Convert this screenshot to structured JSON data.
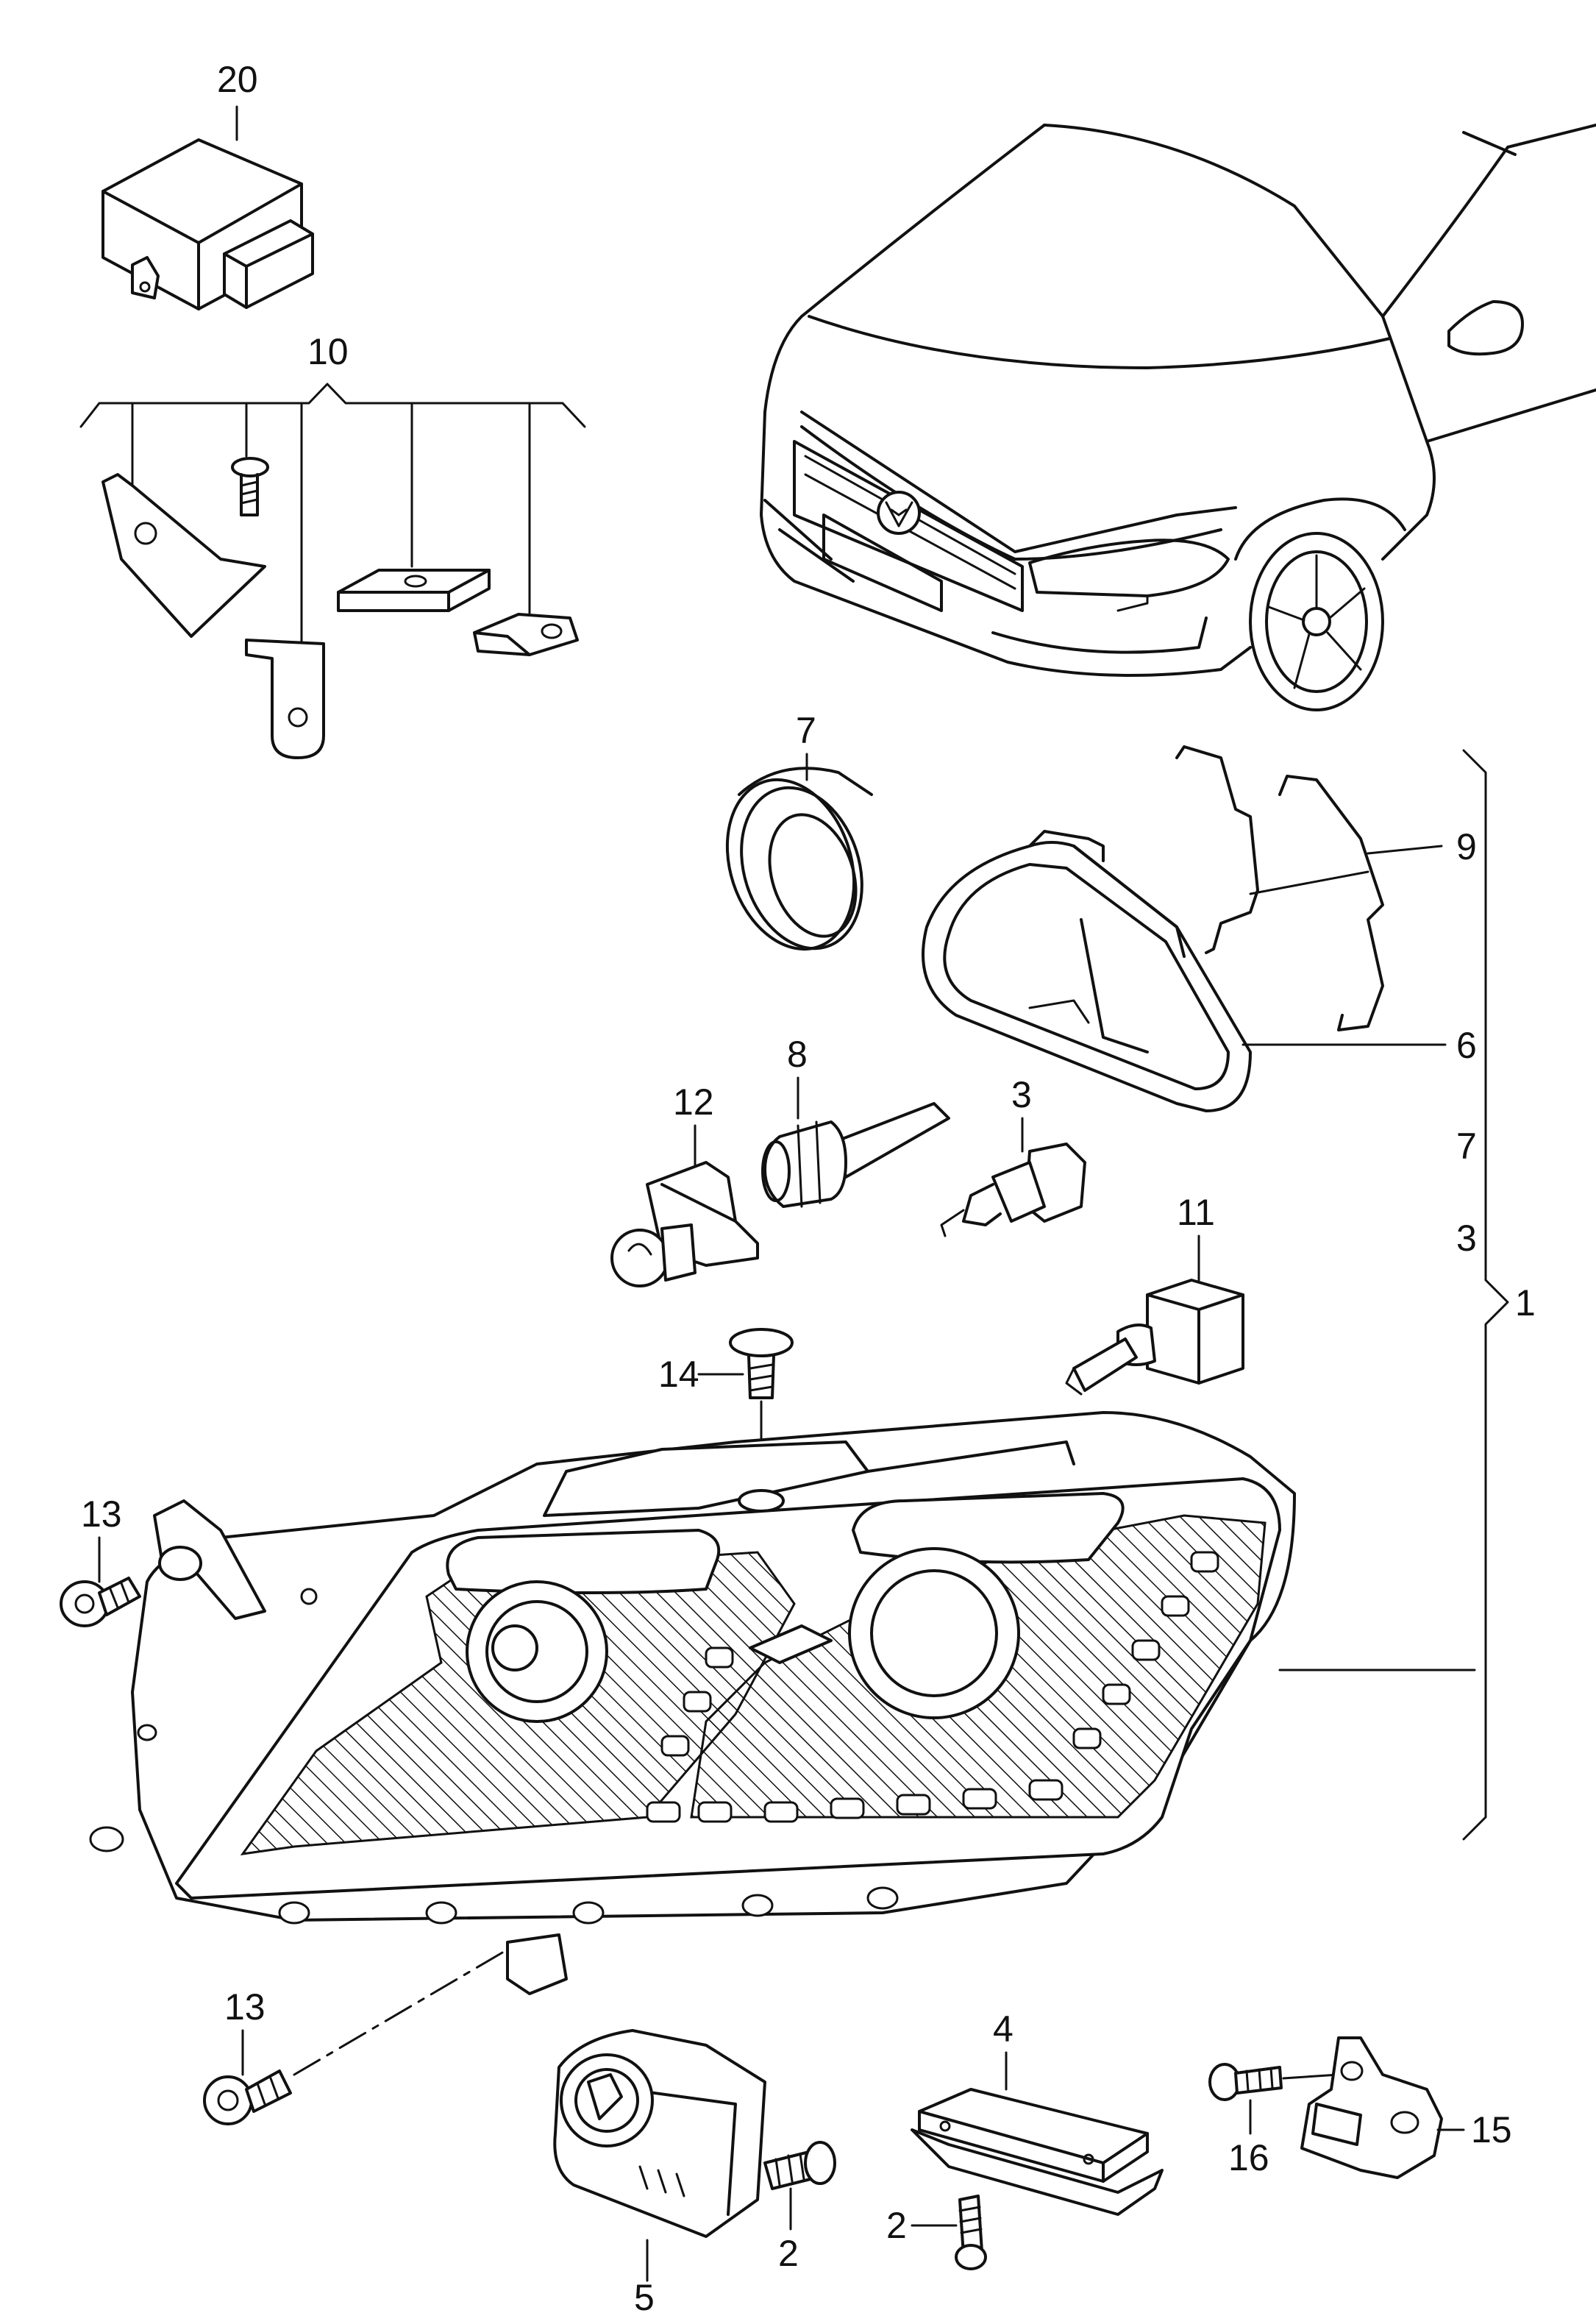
{
  "callouts": {
    "c20": "20",
    "c10": "10",
    "c7a": "7",
    "c9": "9",
    "c6": "6",
    "c8": "8",
    "c12": "12",
    "c3a": "3",
    "c7b": "7",
    "c3b": "3",
    "c11": "11",
    "c1": "1",
    "c14": "14",
    "c13a": "13",
    "c13b": "13",
    "c4": "4",
    "c16": "16",
    "c15": "15",
    "c2a": "2",
    "c2b": "2",
    "c5": "5"
  },
  "colors": {
    "line": "#111111",
    "background": "#ffffff"
  }
}
